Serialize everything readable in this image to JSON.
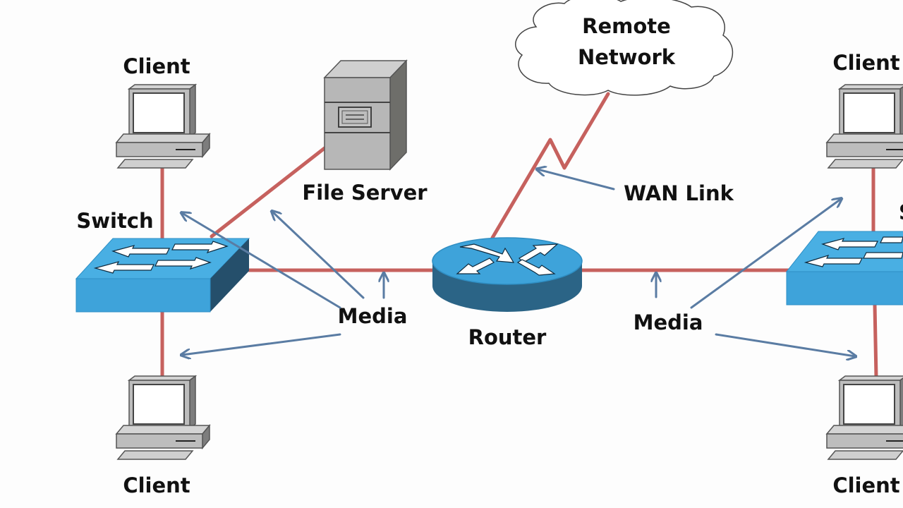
{
  "labels": {
    "client_top_left": "Client",
    "client_bottom_left": "Client",
    "client_top_right": "Client",
    "client_bottom_right": "Client",
    "switch_left": "Switch",
    "switch_right": "S",
    "file_server": "File Server",
    "router": "Router",
    "wan_link": "WAN Link",
    "media_left": "Media",
    "media_right": "Media",
    "cloud_line1": "Remote",
    "cloud_line2": "Network"
  },
  "colors": {
    "link": "#c0504d",
    "pointer": "#5a7ca3",
    "device_blue": "#3fa3d8",
    "device_dark": "#2a5f7e"
  },
  "nodes": [
    {
      "id": "client-tl",
      "type": "client",
      "label_ref": "client_top_left"
    },
    {
      "id": "client-bl",
      "type": "client",
      "label_ref": "client_bottom_left"
    },
    {
      "id": "client-tr",
      "type": "client",
      "label_ref": "client_top_right"
    },
    {
      "id": "client-br",
      "type": "client",
      "label_ref": "client_bottom_right"
    },
    {
      "id": "switch-left",
      "type": "switch",
      "label_ref": "switch_left"
    },
    {
      "id": "switch-right",
      "type": "switch",
      "label_ref": "switch_right"
    },
    {
      "id": "file-server",
      "type": "server",
      "label_ref": "file_server"
    },
    {
      "id": "router",
      "type": "router",
      "label_ref": "router"
    },
    {
      "id": "remote-network",
      "type": "cloud",
      "label_ref": "cloud_line1"
    }
  ],
  "edges": [
    {
      "from": "client-tl",
      "to": "switch-left",
      "kind": "media"
    },
    {
      "from": "client-bl",
      "to": "switch-left",
      "kind": "media"
    },
    {
      "from": "file-server",
      "to": "switch-left",
      "kind": "media"
    },
    {
      "from": "switch-left",
      "to": "router",
      "kind": "media"
    },
    {
      "from": "router",
      "to": "switch-right",
      "kind": "media"
    },
    {
      "from": "switch-right",
      "to": "client-tr",
      "kind": "media"
    },
    {
      "from": "switch-right",
      "to": "client-br",
      "kind": "media"
    },
    {
      "from": "router",
      "to": "remote-network",
      "kind": "wan"
    }
  ]
}
